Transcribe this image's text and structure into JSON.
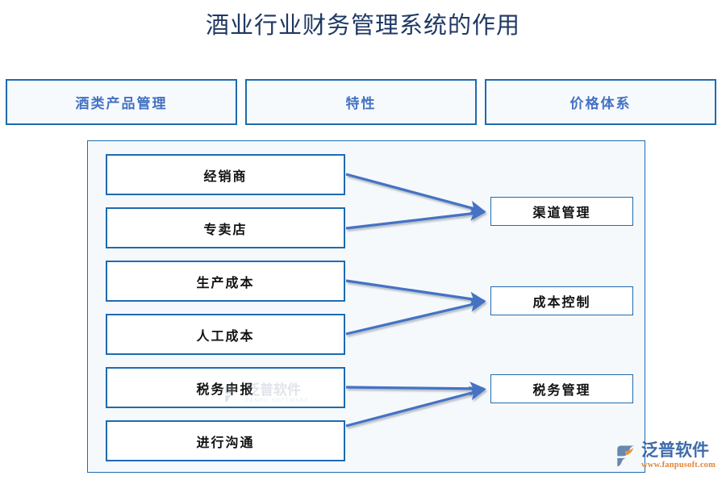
{
  "page": {
    "title": "酒业行业财务管理系统的作用",
    "title_color": "#1F3864",
    "background": "#FFFFFF",
    "accent_border": "#1E6BAF",
    "accent_text": "#4472C4",
    "arrow_color": "#4472C4",
    "panel_background": "#F6F9FC",
    "header_background": "#F7FAFD"
  },
  "header": {
    "boxes": [
      {
        "label": "酒类产品管理"
      },
      {
        "label": "特性"
      },
      {
        "label": "价格体系"
      }
    ]
  },
  "diagram": {
    "type": "flow",
    "source_boxes": [
      {
        "label": "经销商"
      },
      {
        "label": "专卖店"
      },
      {
        "label": "生产成本"
      },
      {
        "label": "人工成本"
      },
      {
        "label": "税务申报"
      },
      {
        "label": "进行沟通"
      }
    ],
    "target_boxes": [
      {
        "label": "渠道管理"
      },
      {
        "label": "成本控制"
      },
      {
        "label": "税务管理"
      }
    ],
    "connections": [
      {
        "from": "经销商",
        "to": "渠道管理"
      },
      {
        "from": "专卖店",
        "to": "渠道管理"
      },
      {
        "from": "生产成本",
        "to": "成本控制"
      },
      {
        "from": "人工成本",
        "to": "成本控制"
      },
      {
        "from": "税务申报",
        "to": "税务管理"
      },
      {
        "from": "进行沟通",
        "to": "税务管理"
      }
    ]
  },
  "watermark_center": {
    "name_cn": "泛普软件",
    "name_en": "FANPU SOFTWARE"
  },
  "logo": {
    "name_cn": "泛普软件",
    "url": "www.fanpusoft.com",
    "name_color": "#2E5FA3",
    "url_color": "#E07A26"
  }
}
